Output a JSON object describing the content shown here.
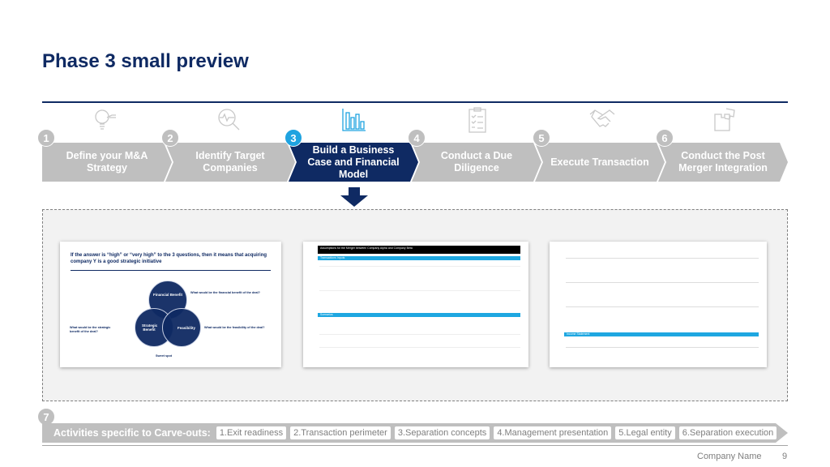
{
  "title": "Phase 3 small preview",
  "steps": [
    {
      "num": "1",
      "label": "Define your M&A Strategy",
      "icon": "lightbulb-icon"
    },
    {
      "num": "2",
      "label": "Identify Target Companies",
      "icon": "magnifier-pulse-icon"
    },
    {
      "num": "3",
      "label": "Build a Business Case and Financial Model",
      "icon": "bar-chart-icon"
    },
    {
      "num": "4",
      "label": "Conduct a Due Diligence",
      "icon": "clipboard-checklist-icon"
    },
    {
      "num": "5",
      "label": "Execute Transaction",
      "icon": "handshake-icon"
    },
    {
      "num": "6",
      "label": "Conduct the Post Merger Integration",
      "icon": "puzzle-icon"
    }
  ],
  "active_step": 3,
  "previews": {
    "slide": {
      "heading": "If the answer is “high” or “very high” to the 3 questions, then it means that acquiring company Y is a good strategic initiative",
      "circles": [
        "Financial Benefit",
        "Strategic Benefit",
        "Feasibility"
      ],
      "questions": [
        "What would be the financial benefit of the deal?",
        "What would be the strategic benefit of the deal?",
        "What would be the feasibility of the deal?"
      ],
      "sweet_spot": "Sweet spot"
    },
    "assumptions": {
      "title": "Assumptions for the Merger between Company Alpha and Company Beta",
      "sections": [
        "Transactions Inputs",
        "Scenarios"
      ]
    },
    "model": {
      "sections": [
        "Income Statement"
      ]
    }
  },
  "carveouts": {
    "num": "7",
    "label": "Activities specific to Carve-outs:",
    "items": [
      "1.Exit readiness",
      "2.Transaction perimeter",
      "3.Separation concepts",
      "4.Management presentation",
      "5.Legal entity",
      "6.Separation execution"
    ]
  },
  "footer": {
    "company": "Company Name",
    "page": "9"
  },
  "colors": {
    "navy": "#0f2a63",
    "accent": "#1fa3e0",
    "gray": "#bfbfbf"
  }
}
